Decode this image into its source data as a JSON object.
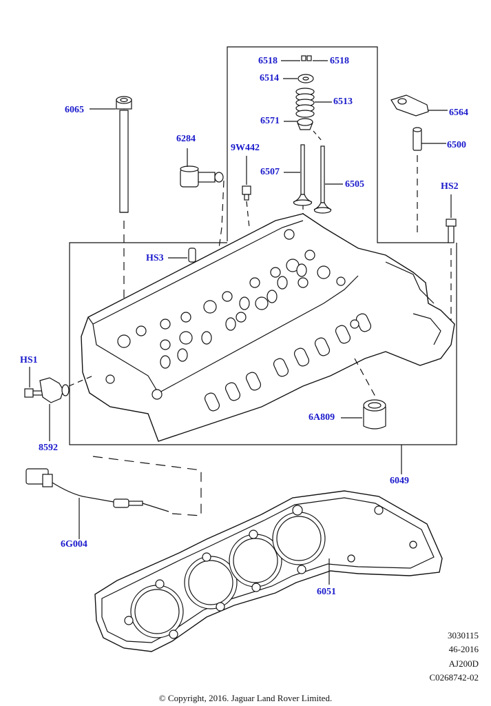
{
  "callouts": {
    "c6518a": "6518",
    "c6518b": "6518",
    "c6514": "6514",
    "c6513": "6513",
    "c6571": "6571",
    "c6507": "6507",
    "c6505": "6505",
    "c6564": "6564",
    "c6500": "6500",
    "c6065": "6065",
    "c6284": "6284",
    "c9W442": "9W442",
    "cHS2": "HS2",
    "cHS3": "HS3",
    "cHS1": "HS1",
    "c8592": "8592",
    "c6A809": "6A809",
    "c6049": "6049",
    "c6G004": "6G004",
    "c6051": "6051"
  },
  "meta": {
    "line1": "3030115",
    "line2": "46-2016",
    "line3": "AJ200D",
    "line4": "C0268742-02"
  },
  "copyright": "© Copyright, 2016. Jaguar Land Rover Limited.",
  "colors": {
    "callout": "#1a1acc",
    "line": "#111111"
  }
}
